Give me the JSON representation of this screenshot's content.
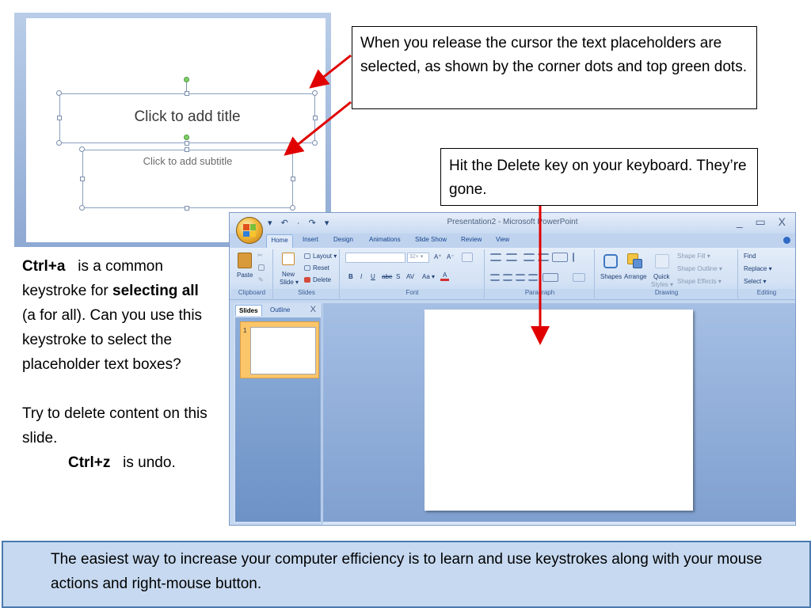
{
  "slide_preview": {
    "title_placeholder": "Click to add title",
    "subtitle_placeholder": "Click to add subtitle"
  },
  "callouts": {
    "release_note": "When you release the cursor the text placeholders are selected, as shown by the corner dots and top green dots.",
    "delete_note": "Hit the Delete key on your keyboard. They’re gone."
  },
  "instructions": {
    "ctrl_a_key": "Ctrl+a",
    "ctrl_a_text1": "is a common keystroke for",
    "ctrl_a_bold": "selecting all",
    "ctrl_a_text2": "(a for all).  Can you use this keystroke to select the placeholder text boxes?",
    "try_delete": "Try to delete content on this slide.",
    "ctrl_z_key": "Ctrl+z",
    "ctrl_z_text": "is undo."
  },
  "powerpoint": {
    "window_title": "Presentation2 - Microsoft PowerPoint",
    "quick_access": "▾ ↶ · ↷ ▾",
    "window_controls": "_ ▭ X",
    "tabs": [
      "Home",
      "Insert",
      "Design",
      "Animations",
      "Slide Show",
      "Review",
      "View"
    ],
    "ribbon": {
      "clipboard": {
        "paste": "Paste",
        "label": "Clipboard"
      },
      "slides": {
        "new_slide_1": "New",
        "new_slide_2": "Slide ▾",
        "layout": "Layout ▾",
        "reset": "Reset",
        "delete": "Delete",
        "label": "Slides"
      },
      "font": {
        "size": "32+ ▾",
        "grow": "A⁺",
        "shrink": "A⁻",
        "bold": "B",
        "italic": "I",
        "underline": "U",
        "strike": "abe",
        "shadow": "S",
        "spacing": "AV",
        "case": "Aa ▾",
        "color": "A",
        "label": "Font"
      },
      "paragraph": {
        "label": "Paragraph"
      },
      "drawing": {
        "shapes": "Shapes",
        "arrange": "Arrange",
        "quick_styles_1": "Quick",
        "quick_styles_2": "Styles ▾",
        "shape_fill": "Shape Fill ▾",
        "shape_outline": "Shape Outline ▾",
        "shape_effects": "Shape Effects ▾",
        "label": "Drawing"
      },
      "editing": {
        "find": "Find",
        "replace": "Replace ▾",
        "select": "Select ▾",
        "label": "Editing"
      }
    },
    "pane_tabs": [
      "Slides",
      "Outline"
    ],
    "pane_close": "X",
    "thumbnail_number": "1"
  },
  "tip": "The easiest way to increase your computer efficiency is to learn and use keystrokes along with your mouse actions and right-mouse button.",
  "colors": {
    "arrow": "#e00000",
    "tip_background": "#c6d9f0",
    "tip_border": "#4a7aaf",
    "ribbon_text": "#15428b"
  }
}
